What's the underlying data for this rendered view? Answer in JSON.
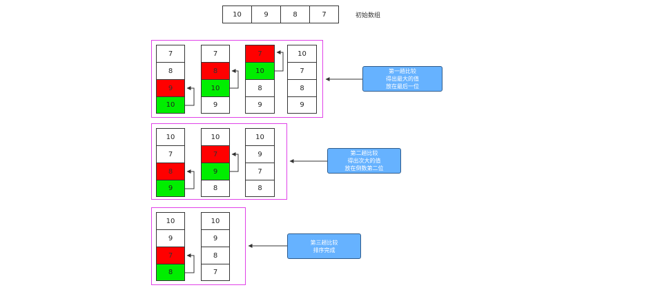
{
  "initial": {
    "label": "初始数组",
    "values": [
      "10",
      "9",
      "8",
      "7"
    ]
  },
  "passes": [
    {
      "columns": [
        [
          "7",
          "8",
          "9",
          "10"
        ],
        [
          "7",
          "8",
          "10",
          "9"
        ],
        [
          "7",
          "10",
          "8",
          "9"
        ],
        [
          "10",
          "7",
          "8",
          "9"
        ]
      ],
      "note": [
        "第一趟比较",
        "得出最大的值",
        "放在最后一位"
      ]
    },
    {
      "columns": [
        [
          "10",
          "7",
          "8",
          "9"
        ],
        [
          "10",
          "7",
          "9",
          "8"
        ],
        [
          "10",
          "9",
          "7",
          "8"
        ]
      ],
      "note": [
        "第二趟比较",
        "得出次大的值",
        "放在倒数第二位"
      ]
    },
    {
      "columns": [
        [
          "10",
          "9",
          "7",
          "8"
        ],
        [
          "10",
          "9",
          "8",
          "7"
        ]
      ],
      "note": [
        "第三趟比较",
        "排序完成"
      ]
    }
  ],
  "colors": {
    "red": "#ff0000",
    "green": "#00ee00",
    "frame": "#e040e8",
    "note": "#66b2ff"
  }
}
